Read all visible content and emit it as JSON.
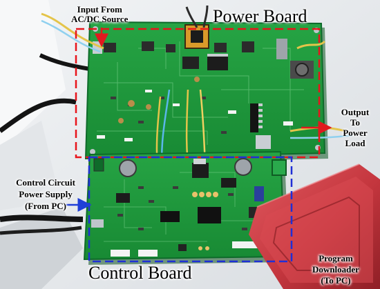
{
  "labels": {
    "input_source": [
      "Input From",
      "AC/DC Source"
    ],
    "output_load": [
      "Output",
      "To",
      "Power",
      "Load"
    ],
    "control_power_supply": [
      "Control Circuit",
      "Power Supply",
      "(From PC)"
    ],
    "program_downloader": [
      "Program",
      "Downloader",
      "(To PC)"
    ],
    "power_board": "Power Board",
    "control_board": "Control Board"
  },
  "colors": {
    "power_board_outline": "#e8141b",
    "control_board_outline": "#1f2fd6",
    "pcb_green": "#1f9a3c",
    "downloader_red": "#c4363e",
    "arrow_red": "#e0191f",
    "arrow_blue": "#1f3fd8"
  }
}
